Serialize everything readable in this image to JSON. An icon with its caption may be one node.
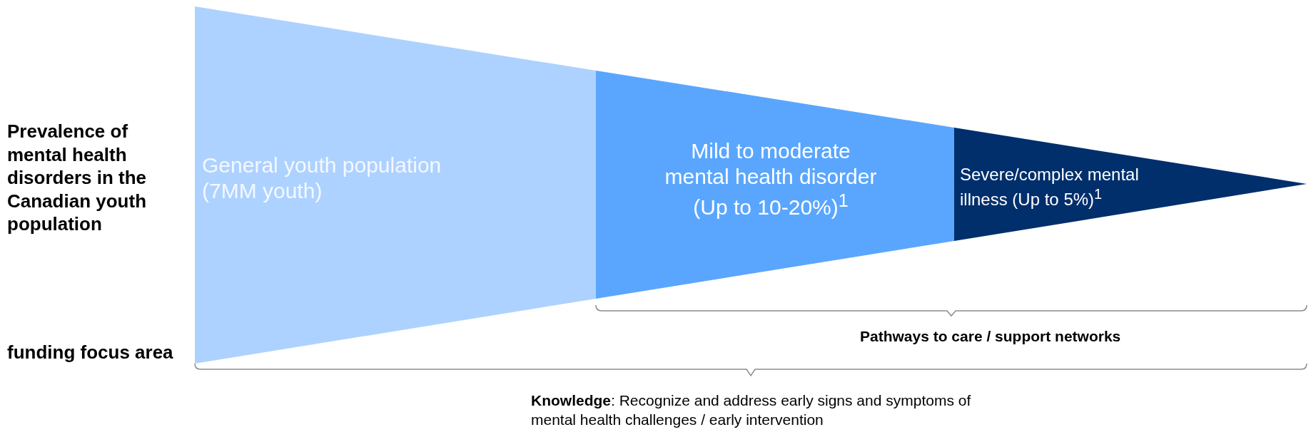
{
  "diagram": {
    "nodes": [
      {
        "text": [
          "General youth population (7MM youth)"
        ]
      },
      {
        "text": [
          "Mild to moderate mental health disorder (Up to 10-20%)$^{1}$"
        ]
      },
      {
        "text": [
          "Severe/complex mental illness (Up to 5%)$^{1}$"
        ]
      }
    ],
    "labels": [
      "Prevalence of mental health disorders in the Canadian youth population",
      "funding focus area",
      "Pathways to care / support networks",
      "**Knowledge**: Recognize and address early signs and symptoms of mental health challenges / early intervention"
    ]
  }
}
